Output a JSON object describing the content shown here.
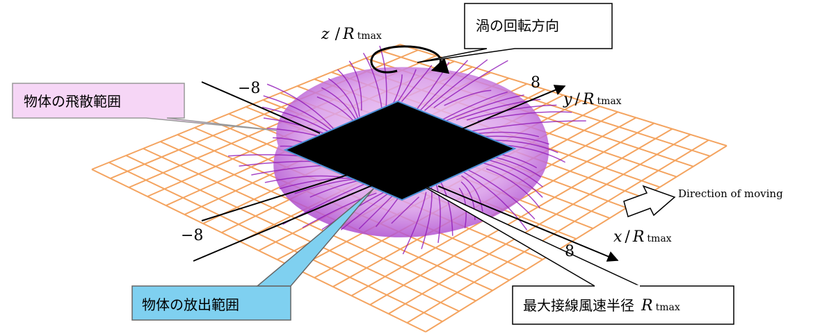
{
  "labels": {
    "z_axis_var": "z",
    "z_axis_sep": "/",
    "axis_R": "R",
    "axis_sub": "tmax",
    "y_axis_var": "y",
    "x_axis_var": "x",
    "vortex_rotation": "渦の回転方向",
    "scatter_range": "物体の飛散範囲",
    "release_range": "物体の放出範囲",
    "max_tangential_radius": "最大接線風速半径",
    "moving_direction": "Direction of moving",
    "tick_neg8_y": "−8",
    "tick_pos8_y": "8",
    "tick_neg8_x": "−8",
    "tick_pos8_x": "8"
  },
  "colors": {
    "grid": "#f4a460",
    "scatter": "#a020c0",
    "scatter_fill": "#e3b6f0",
    "pink_box": "#f6d6f6",
    "blue_box": "#7fd0f0",
    "square": "#000000",
    "square_edge": "#4a90d8"
  },
  "icons": {
    "rotation": "curved-arrow-icon",
    "moving": "hollow-arrow-icon"
  }
}
